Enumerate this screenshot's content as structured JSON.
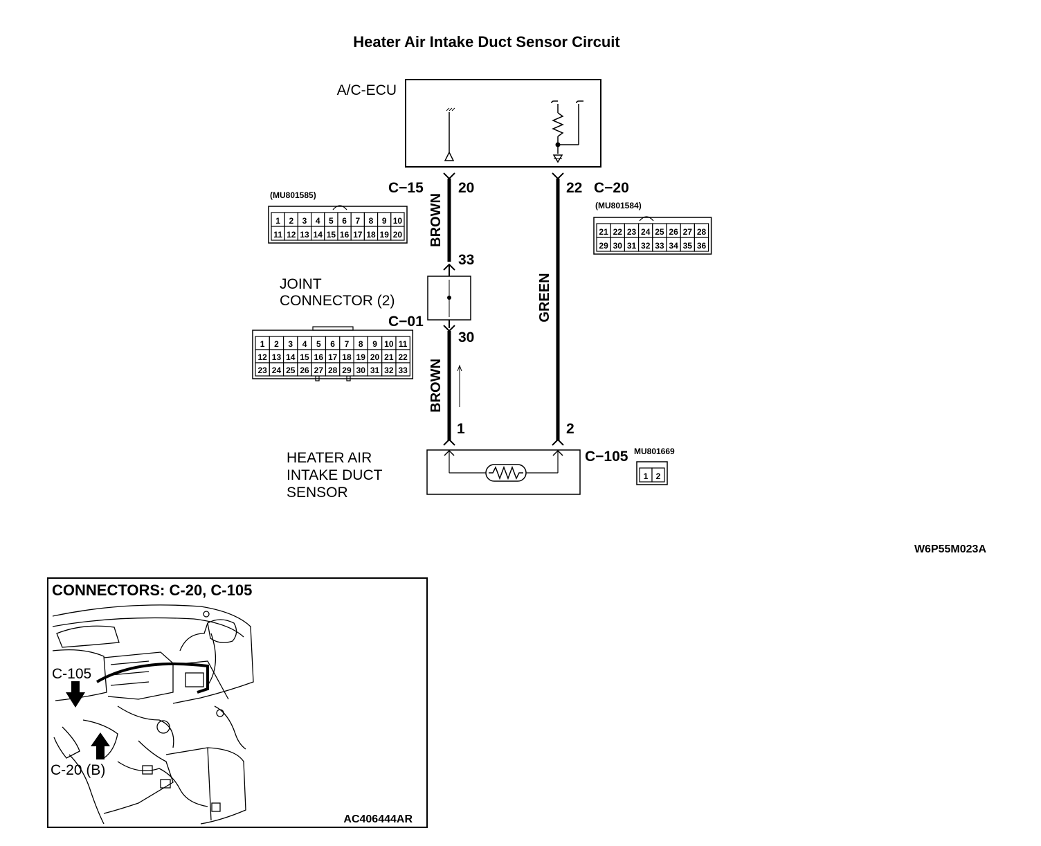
{
  "title": "Heater Air Intake Duct Sensor Circuit",
  "ecu": {
    "label": "A/C-ECU"
  },
  "connectors": {
    "c15": {
      "name": "C−15",
      "part": "(MU801585)",
      "rows": [
        [
          "1",
          "2",
          "3",
          "4",
          "5",
          "6",
          "7",
          "8",
          "9",
          "10"
        ],
        [
          "11",
          "12",
          "13",
          "14",
          "15",
          "16",
          "17",
          "18",
          "19",
          "20"
        ]
      ]
    },
    "c20": {
      "name": "C−20",
      "part": "(MU801584)",
      "rows": [
        [
          "21",
          "22",
          "23",
          "24",
          "25",
          "26",
          "27",
          "28"
        ],
        [
          "29",
          "30",
          "31",
          "32",
          "33",
          "34",
          "35",
          "36"
        ]
      ]
    },
    "c01": {
      "name": "C−01",
      "rows": [
        [
          "1",
          "2",
          "3",
          "4",
          "5",
          "6",
          "7",
          "8",
          "9",
          "10",
          "11"
        ],
        [
          "12",
          "13",
          "14",
          "15",
          "16",
          "17",
          "18",
          "19",
          "20",
          "21",
          "22"
        ],
        [
          "23",
          "24",
          "25",
          "26",
          "27",
          "28",
          "29",
          "30",
          "31",
          "32",
          "33"
        ]
      ]
    },
    "c105": {
      "name": "C−105",
      "part": "MU801669",
      "pins": [
        "1",
        "2"
      ]
    }
  },
  "joint_connector": {
    "line1": "JOINT",
    "line2": "CONNECTOR (2)"
  },
  "sensor": {
    "line1": "HEATER AIR",
    "line2": "INTAKE DUCT",
    "line3": "SENSOR"
  },
  "pins": {
    "ecu_left": "20",
    "ecu_right": "22",
    "joint_in": "33",
    "joint_out": "30",
    "sensor_left": "1",
    "sensor_right": "2"
  },
  "wires": {
    "left_top": "BROWN",
    "left_bottom": "BROWN",
    "right": "GREEN"
  },
  "diagram_code": "W6P55M023A",
  "locator": {
    "title": "CONNECTORS: C-20, C-105",
    "callout_c105": "C-105",
    "callout_c20": "C-20 (B)",
    "code": "AC406444AR"
  }
}
